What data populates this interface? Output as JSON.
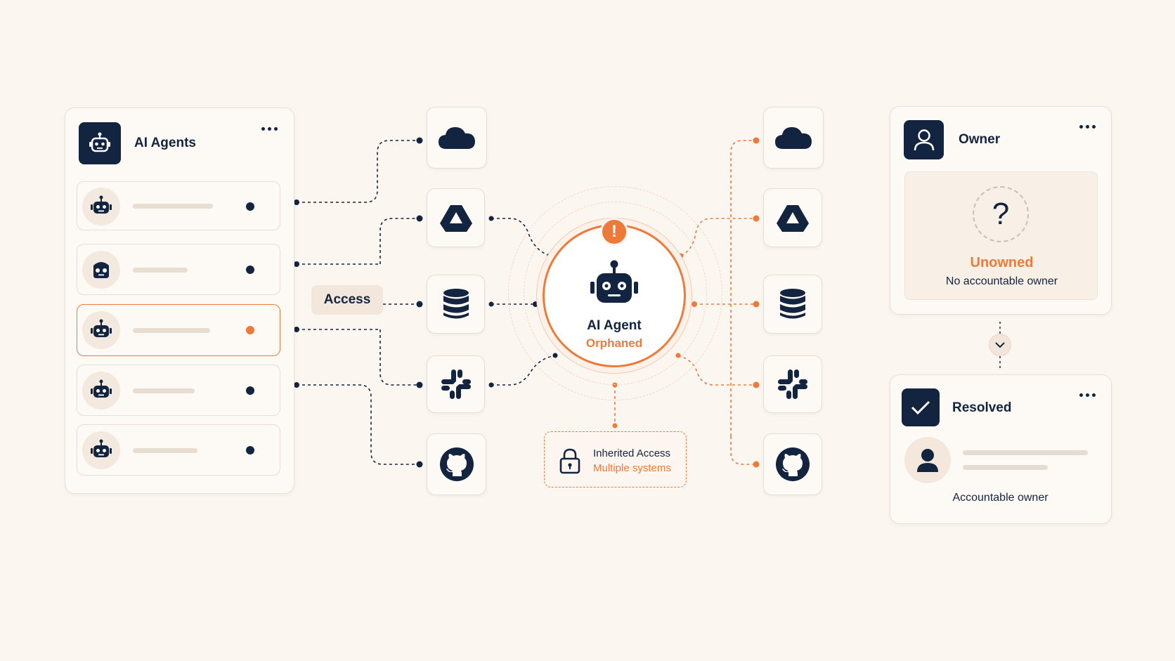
{
  "colors": {
    "navy": "#132440",
    "accent": "#ee7a3a",
    "background": "#fcf6f1"
  },
  "agents_panel": {
    "title": "AI Agents",
    "icon": "robot-icon",
    "menu_icon": "more-dots-icon",
    "rows": [
      {
        "avatar_icon": "robot-icon",
        "status": "default"
      },
      {
        "avatar_icon": "robot-face-icon",
        "status": "default"
      },
      {
        "avatar_icon": "robot-icon",
        "status": "selected"
      },
      {
        "avatar_icon": "robot-icon",
        "status": "default"
      },
      {
        "avatar_icon": "robot-icon",
        "status": "default"
      }
    ]
  },
  "access_label": "Access",
  "services": [
    "cloud-icon",
    "google-drive-icon",
    "database-icon",
    "slack-icon",
    "github-icon"
  ],
  "center_node": {
    "title": "AI Agent",
    "status": "Orphaned",
    "alert_icon": "alert-icon",
    "alert_symbol": "!"
  },
  "inherited_box": {
    "icon": "lock-icon",
    "title": "Inherited Access",
    "subtitle": "Multiple systems"
  },
  "owner_card": {
    "title": "Owner",
    "icon": "user-icon",
    "menu_icon": "more-dots-icon",
    "question_mark": "?",
    "status": "Unowned",
    "description": "No accountable owner"
  },
  "transition_icon": "chevron-down-icon",
  "resolved_card": {
    "title": "Resolved",
    "icon": "check-icon",
    "menu_icon": "more-dots-icon",
    "avatar_icon": "user-icon",
    "caption": "Accountable owner"
  }
}
